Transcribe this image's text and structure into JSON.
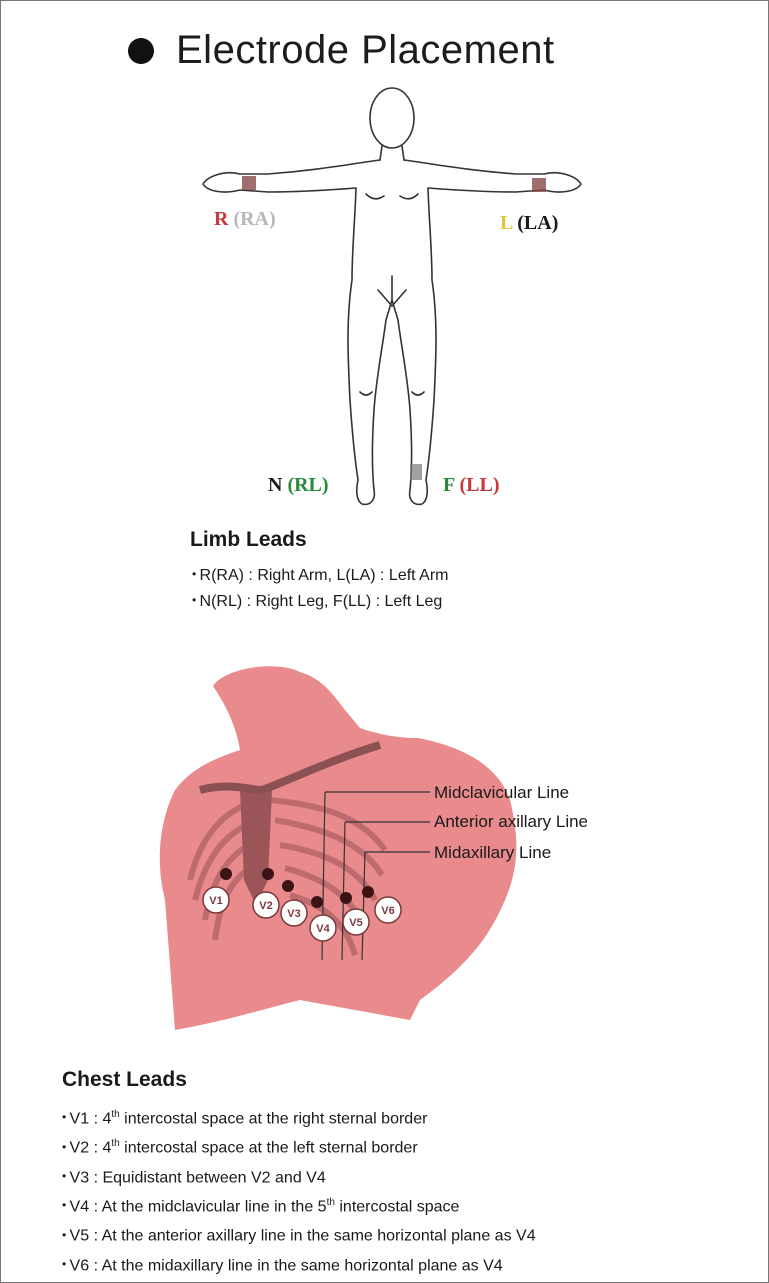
{
  "title": "Electrode Placement",
  "limb_labels": {
    "r_letter": "R",
    "ra": "(RA)",
    "l_letter": "L",
    "la": "(LA)",
    "n_letter": "N",
    "rl": "(RL)",
    "f_letter": "F",
    "ll": "(LL)"
  },
  "limb_leads": {
    "heading": "Limb Leads",
    "items": [
      "R(RA) : Right Arm, L(LA) : Left Arm",
      "N(RL) : Right Leg, F(LL) : Left Leg"
    ]
  },
  "chest_diagram": {
    "lines": [
      "Midclavicular Line",
      "Anterior axillary Line",
      "Midaxillary Line"
    ],
    "electrodes": [
      "V1",
      "V2",
      "V3",
      "V4",
      "V5",
      "V6"
    ]
  },
  "chest_leads": {
    "heading": "Chest Leads",
    "items": [
      {
        "lead": "V1 : 4",
        "sup": "th",
        "rest": " intercostal space at the right sternal border"
      },
      {
        "lead": "V2 : 4",
        "sup": "th",
        "rest": " intercostal space at the left sternal border"
      },
      {
        "lead": "V3 : Equidistant between V2 and V4",
        "sup": "",
        "rest": ""
      },
      {
        "lead": "V4 : At the midclavicular line in the 5",
        "sup": "th",
        "rest": " intercostal space"
      },
      {
        "lead": "V5 : At the anterior axillary line in the same horizontal plane as V4",
        "sup": "",
        "rest": ""
      },
      {
        "lead": "V6 : At the midaxillary line in the same horizontal plane as V4",
        "sup": "",
        "rest": ""
      }
    ]
  },
  "colors": {
    "red": "#c8383a",
    "green": "#2a8a3a",
    "yellow": "#d8c83a",
    "gray": "#b8b8b8",
    "torso": "#e98a8c",
    "ribs": "#b9686a"
  }
}
